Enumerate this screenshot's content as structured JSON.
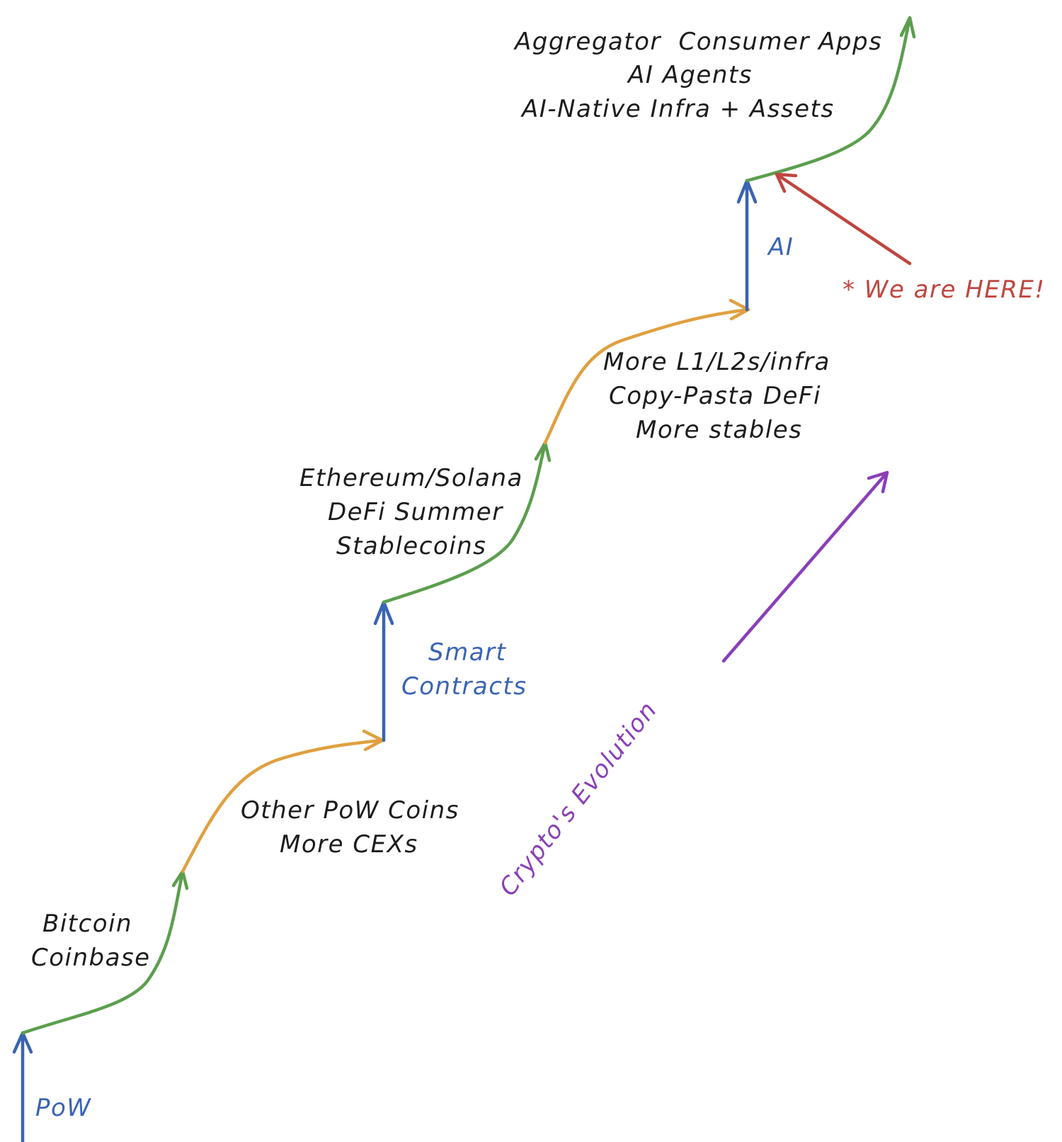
{
  "diagram": {
    "colors": {
      "green": "#5c9e4e",
      "orange": "#e0a040",
      "blue": "#3a64b4",
      "red": "#c0463f",
      "purple": "#8a3fb8",
      "text": "#1c1c1c"
    },
    "stages": [
      {
        "jump_label": "PoW",
        "growth_lines": [
          "Bitcoin",
          "Coinbase"
        ],
        "maturity_lines": [
          "Other PoW Coins",
          "More CEXs"
        ]
      },
      {
        "jump_label_lines": [
          "Smart",
          "Contracts"
        ],
        "growth_lines": [
          "Ethereum/Solana",
          "DeFi Summer",
          "Stablecoins"
        ],
        "maturity_lines": [
          "More L1/L2s/infra",
          "Copy-Pasta DeFi",
          "More stables"
        ]
      },
      {
        "jump_label": "AI",
        "growth_lines": [
          "Aggregator  Consumer Apps",
          "AI Agents",
          "AI-Native Infra + Assets"
        ]
      }
    ],
    "marker_label": "* We are HERE!",
    "axis_label": "Crypto's Evolution"
  }
}
